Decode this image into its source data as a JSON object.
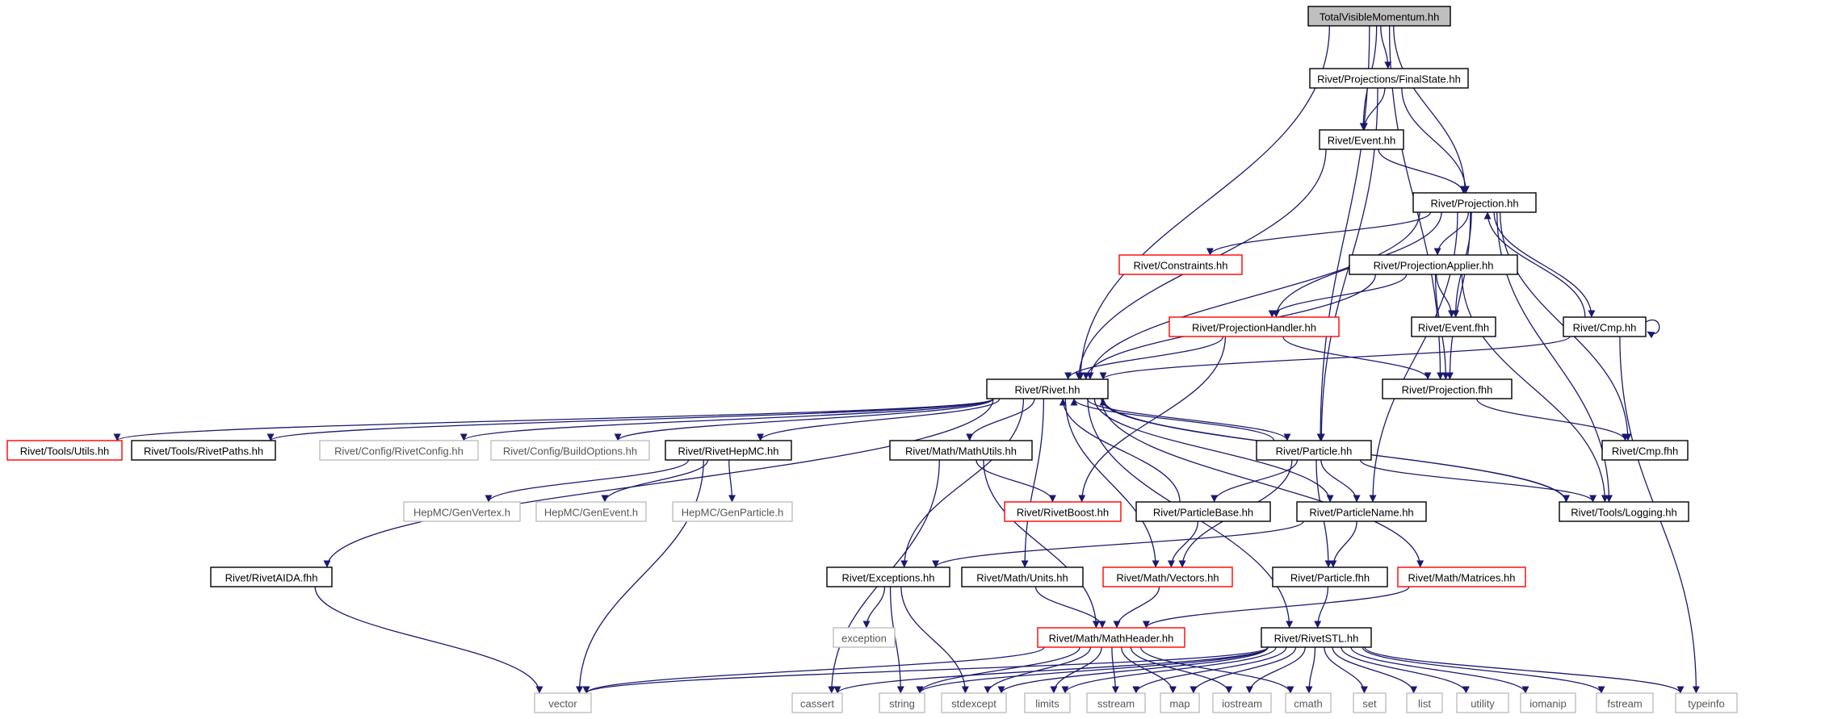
{
  "colors": {
    "edge": "#191970",
    "root_fill": "#bfbfbf",
    "red_border": "#ff0000",
    "grey_border": "#bfbfbf",
    "normal_border": "#000000"
  },
  "nodes": [
    {
      "id": "root",
      "label": "TotalVisibleMomentum.hh",
      "kind": "root"
    },
    {
      "id": "finalstate",
      "label": "Rivet/Projections/FinalState.hh",
      "kind": "normal"
    },
    {
      "id": "event",
      "label": "Rivet/Event.hh",
      "kind": "normal"
    },
    {
      "id": "projection",
      "label": "Rivet/Projection.hh",
      "kind": "normal"
    },
    {
      "id": "constraints",
      "label": "Rivet/Constraints.hh",
      "kind": "red"
    },
    {
      "id": "projapplier",
      "label": "Rivet/ProjectionApplier.hh",
      "kind": "normal"
    },
    {
      "id": "eventfhh",
      "label": "Rivet/Event.fhh",
      "kind": "normal"
    },
    {
      "id": "cmp",
      "label": "Rivet/Cmp.hh",
      "kind": "normal"
    },
    {
      "id": "projhandler",
      "label": "Rivet/ProjectionHandler.hh",
      "kind": "red"
    },
    {
      "id": "projfhh",
      "label": "Rivet/Projection.fhh",
      "kind": "normal"
    },
    {
      "id": "rivet",
      "label": "Rivet/Rivet.hh",
      "kind": "normal"
    },
    {
      "id": "utils",
      "label": "Rivet/Tools/Utils.hh",
      "kind": "red"
    },
    {
      "id": "rivetpaths",
      "label": "Rivet/Tools/RivetPaths.hh",
      "kind": "normal"
    },
    {
      "id": "rivetconfig",
      "label": "Rivet/Config/RivetConfig.hh",
      "kind": "grey"
    },
    {
      "id": "buildoptions",
      "label": "Rivet/Config/BuildOptions.hh",
      "kind": "grey"
    },
    {
      "id": "rivethepmc",
      "label": "Rivet/RivetHepMC.hh",
      "kind": "normal"
    },
    {
      "id": "mathutils",
      "label": "Rivet/Math/MathUtils.hh",
      "kind": "normal"
    },
    {
      "id": "particle",
      "label": "Rivet/Particle.hh",
      "kind": "normal"
    },
    {
      "id": "cmpfhh",
      "label": "Rivet/Cmp.fhh",
      "kind": "normal"
    },
    {
      "id": "genvertex",
      "label": "HepMC/GenVertex.h",
      "kind": "grey"
    },
    {
      "id": "genevent",
      "label": "HepMC/GenEvent.h",
      "kind": "grey"
    },
    {
      "id": "genparticle",
      "label": "HepMC/GenParticle.h",
      "kind": "grey"
    },
    {
      "id": "rivetboost",
      "label": "Rivet/RivetBoost.hh",
      "kind": "red"
    },
    {
      "id": "particlebase",
      "label": "Rivet/ParticleBase.hh",
      "kind": "normal"
    },
    {
      "id": "particlename",
      "label": "Rivet/ParticleName.hh",
      "kind": "normal"
    },
    {
      "id": "logging",
      "label": "Rivet/Tools/Logging.hh",
      "kind": "normal"
    },
    {
      "id": "rivetaida",
      "label": "Rivet/RivetAIDA.fhh",
      "kind": "normal"
    },
    {
      "id": "exceptions",
      "label": "Rivet/Exceptions.hh",
      "kind": "normal"
    },
    {
      "id": "units",
      "label": "Rivet/Math/Units.hh",
      "kind": "normal"
    },
    {
      "id": "vectors",
      "label": "Rivet/Math/Vectors.hh",
      "kind": "red"
    },
    {
      "id": "particlefhh",
      "label": "Rivet/Particle.fhh",
      "kind": "normal"
    },
    {
      "id": "matrices",
      "label": "Rivet/Math/Matrices.hh",
      "kind": "red"
    },
    {
      "id": "exception",
      "label": "exception",
      "kind": "grey"
    },
    {
      "id": "mathheader",
      "label": "Rivet/Math/MathHeader.hh",
      "kind": "red"
    },
    {
      "id": "rivetstl",
      "label": "Rivet/RivetSTL.hh",
      "kind": "normal"
    },
    {
      "id": "vector",
      "label": "vector",
      "kind": "grey"
    },
    {
      "id": "cassert",
      "label": "cassert",
      "kind": "grey"
    },
    {
      "id": "string",
      "label": "string",
      "kind": "grey"
    },
    {
      "id": "stdexcept",
      "label": "stdexcept",
      "kind": "grey"
    },
    {
      "id": "limits",
      "label": "limits",
      "kind": "grey"
    },
    {
      "id": "sstream",
      "label": "sstream",
      "kind": "grey"
    },
    {
      "id": "map",
      "label": "map",
      "kind": "grey"
    },
    {
      "id": "iostream",
      "label": "iostream",
      "kind": "grey"
    },
    {
      "id": "cmath",
      "label": "cmath",
      "kind": "grey"
    },
    {
      "id": "set",
      "label": "set",
      "kind": "grey"
    },
    {
      "id": "list",
      "label": "list",
      "kind": "grey"
    },
    {
      "id": "utility",
      "label": "utility",
      "kind": "grey"
    },
    {
      "id": "iomanip",
      "label": "iomanip",
      "kind": "grey"
    },
    {
      "id": "fstream",
      "label": "fstream",
      "kind": "grey"
    },
    {
      "id": "typeinfo",
      "label": "typeinfo",
      "kind": "grey"
    }
  ],
  "edges": [
    [
      "root",
      "finalstate"
    ],
    [
      "root",
      "event"
    ],
    [
      "root",
      "projection"
    ],
    [
      "root",
      "rivet"
    ],
    [
      "root",
      "projfhh"
    ],
    [
      "root",
      "particle"
    ],
    [
      "finalstate",
      "event"
    ],
    [
      "finalstate",
      "projection"
    ],
    [
      "finalstate",
      "particle"
    ],
    [
      "event",
      "projection"
    ],
    [
      "event",
      "rivet"
    ],
    [
      "projection",
      "constraints"
    ],
    [
      "projection",
      "projapplier"
    ],
    [
      "projection",
      "eventfhh"
    ],
    [
      "projection",
      "cmp"
    ],
    [
      "projection",
      "projhandler"
    ],
    [
      "projection",
      "rivet"
    ],
    [
      "projection",
      "projfhh"
    ],
    [
      "projection",
      "cmpfhh"
    ],
    [
      "projection",
      "logging"
    ],
    [
      "projection",
      "particlename"
    ],
    [
      "projapplier",
      "projhandler"
    ],
    [
      "projapplier",
      "rivet"
    ],
    [
      "projapplier",
      "eventfhh"
    ],
    [
      "projapplier",
      "projfhh"
    ],
    [
      "projapplier",
      "logging"
    ],
    [
      "cmp",
      "projection"
    ],
    [
      "cmp",
      "cmp"
    ],
    [
      "cmp",
      "rivet"
    ],
    [
      "cmp",
      "typeinfo"
    ],
    [
      "projhandler",
      "rivet"
    ],
    [
      "projhandler",
      "projfhh"
    ],
    [
      "projhandler",
      "rivetboost"
    ],
    [
      "projfhh",
      "cmpfhh"
    ],
    [
      "rivet",
      "utils"
    ],
    [
      "rivet",
      "rivetpaths"
    ],
    [
      "rivet",
      "rivetconfig"
    ],
    [
      "rivet",
      "buildoptions"
    ],
    [
      "rivet",
      "rivethepmc"
    ],
    [
      "rivet",
      "mathutils"
    ],
    [
      "rivet",
      "particle"
    ],
    [
      "rivet",
      "logging"
    ],
    [
      "rivet",
      "rivetaida"
    ],
    [
      "rivet",
      "exceptions"
    ],
    [
      "rivet",
      "units"
    ],
    [
      "rivet",
      "vectors"
    ],
    [
      "rivet",
      "matrices"
    ],
    [
      "rivet",
      "rivetstl"
    ],
    [
      "rivet",
      "particlename"
    ],
    [
      "rivethepmc",
      "genvertex"
    ],
    [
      "rivethepmc",
      "genevent"
    ],
    [
      "rivethepmc",
      "genparticle"
    ],
    [
      "rivethepmc",
      "vector"
    ],
    [
      "mathutils",
      "rivetboost"
    ],
    [
      "mathutils",
      "cassert"
    ],
    [
      "mathutils",
      "mathheader"
    ],
    [
      "particle",
      "rivet"
    ],
    [
      "particle",
      "particlebase"
    ],
    [
      "particle",
      "particlename"
    ],
    [
      "particle",
      "logging"
    ],
    [
      "particle",
      "vectors"
    ],
    [
      "particle",
      "particlefhh"
    ],
    [
      "particlebase",
      "rivet"
    ],
    [
      "particlebase",
      "vectors"
    ],
    [
      "particlename",
      "exceptions"
    ],
    [
      "particlename",
      "particlefhh"
    ],
    [
      "logging",
      "rivet"
    ],
    [
      "rivetaida",
      "vector"
    ],
    [
      "exceptions",
      "exception"
    ],
    [
      "exceptions",
      "string"
    ],
    [
      "exceptions",
      "stdexcept"
    ],
    [
      "units",
      "mathheader"
    ],
    [
      "vectors",
      "mathheader"
    ],
    [
      "particlefhh",
      "rivetstl"
    ],
    [
      "matrices",
      "mathheader"
    ],
    [
      "mathheader",
      "vector"
    ],
    [
      "mathheader",
      "string"
    ],
    [
      "mathheader",
      "stdexcept"
    ],
    [
      "mathheader",
      "limits"
    ],
    [
      "mathheader",
      "sstream"
    ],
    [
      "mathheader",
      "map"
    ],
    [
      "mathheader",
      "iostream"
    ],
    [
      "mathheader",
      "cmath"
    ],
    [
      "rivetstl",
      "vector"
    ],
    [
      "rivetstl",
      "cassert"
    ],
    [
      "rivetstl",
      "string"
    ],
    [
      "rivetstl",
      "stdexcept"
    ],
    [
      "rivetstl",
      "limits"
    ],
    [
      "rivetstl",
      "sstream"
    ],
    [
      "rivetstl",
      "map"
    ],
    [
      "rivetstl",
      "iostream"
    ],
    [
      "rivetstl",
      "cmath"
    ],
    [
      "rivetstl",
      "set"
    ],
    [
      "rivetstl",
      "list"
    ],
    [
      "rivetstl",
      "utility"
    ],
    [
      "rivetstl",
      "iomanip"
    ],
    [
      "rivetstl",
      "fstream"
    ],
    [
      "rivetstl",
      "typeinfo"
    ]
  ]
}
